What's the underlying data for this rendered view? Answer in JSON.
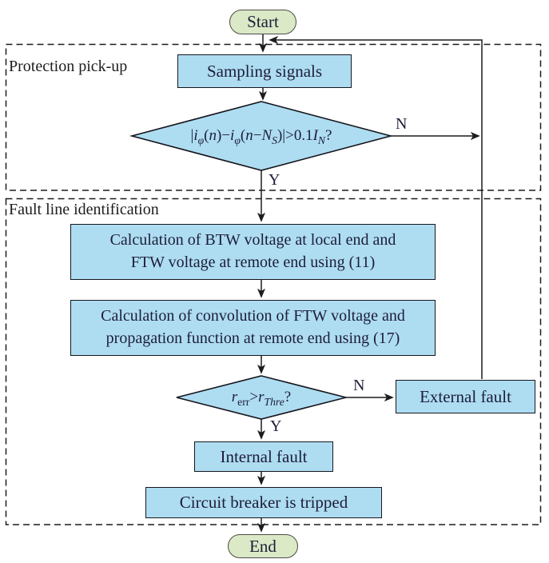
{
  "palette": {
    "box_fill": "#aeddf2",
    "box_border": "#16161d",
    "terminal_fill": "#dbe9c6",
    "terminal_border": "#4c4c44",
    "text": "#1d1d38",
    "label_text": "#1c1c1c",
    "line": "#1c1c1c"
  },
  "terminals": {
    "start": "Start",
    "end": "End"
  },
  "sections": [
    {
      "label": "Protection pick-up"
    },
    {
      "label": "Fault line identification"
    }
  ],
  "nodes": {
    "sampling": {
      "label": "Sampling signals"
    },
    "decision1": {
      "plain": "|iφ(n)−iφ(n−NS)|>0.1IN?",
      "parts": [
        {
          "t": "|",
          "s": "n"
        },
        {
          "t": "i",
          "s": "i"
        },
        {
          "t": "φ",
          "s": "isub"
        },
        {
          "t": "(",
          "s": "n"
        },
        {
          "t": "n",
          "s": "i"
        },
        {
          "t": ")−",
          "s": "n"
        },
        {
          "t": "i",
          "s": "i"
        },
        {
          "t": "φ",
          "s": "isub"
        },
        {
          "t": "(",
          "s": "n"
        },
        {
          "t": "n",
          "s": "i"
        },
        {
          "t": "−",
          "s": "n"
        },
        {
          "t": "N",
          "s": "i"
        },
        {
          "t": "S",
          "s": "isub"
        },
        {
          "t": ")|>0.1",
          "s": "n"
        },
        {
          "t": "I",
          "s": "i"
        },
        {
          "t": "N",
          "s": "isub"
        },
        {
          "t": "?",
          "s": "n"
        }
      ]
    },
    "calc1": {
      "lines": [
        "Calculation of BTW voltage at local end and",
        "FTW voltage at remote end using (11)"
      ]
    },
    "calc2": {
      "lines": [
        "Calculation of convolution of FTW voltage and",
        "propagation function at remote end using (17)"
      ]
    },
    "decision2": {
      "plain": "rerr>rThre?",
      "parts": [
        {
          "t": "r",
          "s": "i"
        },
        {
          "t": "err",
          "s": "sub"
        },
        {
          "t": ">",
          "s": "n"
        },
        {
          "t": "r",
          "s": "i"
        },
        {
          "t": "Thre",
          "s": "isub"
        },
        {
          "t": "?",
          "s": "n"
        }
      ]
    },
    "external": {
      "label": "External fault"
    },
    "internal": {
      "label": "Internal fault"
    },
    "breaker": {
      "label": "Circuit breaker is tripped"
    }
  },
  "branch_labels": {
    "d1_no": "N",
    "d1_yes": "Y",
    "d2_no": "N",
    "d2_yes": "Y"
  }
}
